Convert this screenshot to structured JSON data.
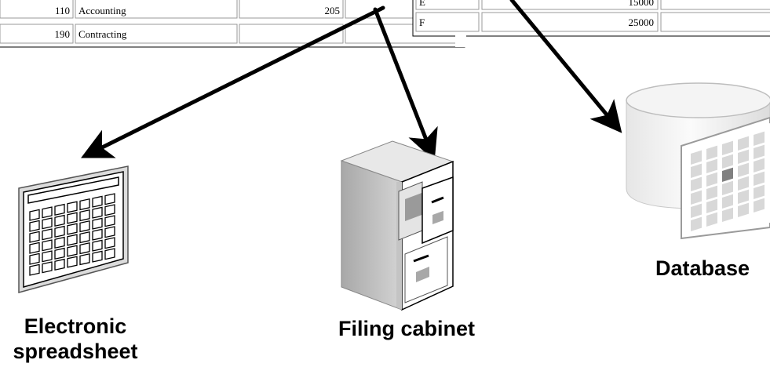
{
  "table_left": {
    "rows": [
      {
        "id": "110",
        "name": "Accounting",
        "value": "205"
      },
      {
        "id": "190",
        "name": "Contracting",
        "value": ""
      }
    ]
  },
  "table_right": {
    "rows": [
      {
        "key": "E",
        "value": "15000"
      },
      {
        "key": "F",
        "value": "25000"
      }
    ]
  },
  "labels": {
    "spreadsheet_line1": "Electronic",
    "spreadsheet_line2": "spreadsheet",
    "filing": "Filing cabinet",
    "database": "Database"
  },
  "colors": {
    "arrow": "#000000",
    "grid_fill": "#d8d8d8",
    "highlight_cell": "#808080"
  }
}
